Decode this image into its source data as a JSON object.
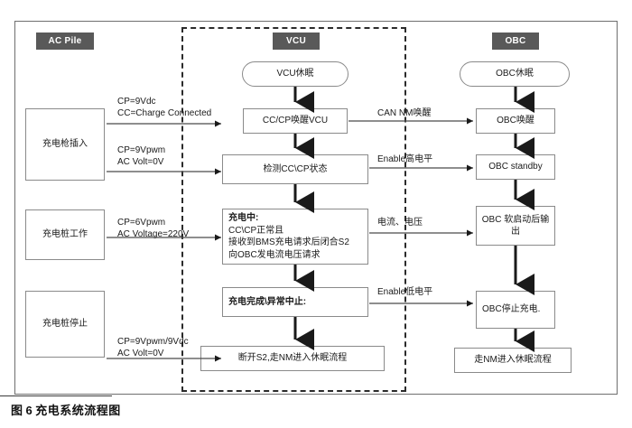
{
  "figure": {
    "caption_prefix": "图",
    "caption_number": "6",
    "caption_text": "充电系统流程图"
  },
  "lanes": [
    {
      "id": "ac-pile",
      "label": "AC Pile"
    },
    {
      "id": "vcu",
      "label": "VCU"
    },
    {
      "id": "obc",
      "label": "OBC"
    }
  ],
  "ac_pile": {
    "nodes": [
      {
        "id": "plug-in",
        "label": "充电枪插入"
      },
      {
        "id": "pile-working",
        "label": "充电桩工作"
      },
      {
        "id": "pile-stopped",
        "label": "充电桩停止"
      }
    ]
  },
  "vcu": {
    "nodes": [
      {
        "id": "vcu-sleep",
        "label": "VCU休眠",
        "shape": "terminator"
      },
      {
        "id": "vcu-wakeup",
        "label": "CC/CP唤醒VCU",
        "shape": "process"
      },
      {
        "id": "vcu-detect",
        "label": "检测CC\\CP状态",
        "shape": "process"
      },
      {
        "id": "vcu-charging",
        "shape": "process",
        "title": "充电中:",
        "lines": [
          "CC\\CP正常且",
          "接收到BMS充电请求后闭合S2",
          "向OBC发电流电压请求"
        ]
      },
      {
        "id": "vcu-finish",
        "label": "充电完成\\异常中止:",
        "shape": "process"
      },
      {
        "id": "vcu-sleep-flow",
        "label": "断开S2,走NM进入休眠流程",
        "shape": "process"
      }
    ]
  },
  "obc": {
    "nodes": [
      {
        "id": "obc-sleep",
        "label": "OBC休眠",
        "shape": "terminator"
      },
      {
        "id": "obc-wakeup",
        "label": "OBC唤醒",
        "shape": "process"
      },
      {
        "id": "obc-standby",
        "label": "OBC standby",
        "shape": "process"
      },
      {
        "id": "obc-soft-start",
        "label": "OBC 软启动后输出",
        "shape": "process"
      },
      {
        "id": "obc-stop-charge",
        "label": "OBC停止充电.",
        "shape": "process"
      },
      {
        "id": "obc-nm-sleep",
        "label": "走NM进入休眠流程",
        "shape": "process"
      }
    ]
  },
  "edges": {
    "ac_to_vcu": [
      {
        "id": "edge-cp9vdc",
        "lines": [
          "CP=9Vdc",
          "CC=Charge Connected"
        ]
      },
      {
        "id": "edge-cp9vpwm",
        "lines": [
          "CP=9Vpwm",
          "AC Volt=0V"
        ]
      },
      {
        "id": "edge-cp6vpwm",
        "lines": [
          "CP=6Vpwm",
          "AC Voltage=220V"
        ]
      },
      {
        "id": "edge-cp9vpwm-9vdc",
        "lines": [
          "CP=9Vpwm/9Vdc",
          "AC Volt=0V"
        ]
      }
    ],
    "vcu_to_obc": [
      {
        "id": "edge-can-nm",
        "lines": [
          "CAN NM唤醒"
        ]
      },
      {
        "id": "edge-enable-high",
        "lines": [
          "Enable高电平"
        ]
      },
      {
        "id": "edge-current-voltage",
        "lines": [
          "电流、电压"
        ]
      },
      {
        "id": "edge-enable-low",
        "lines": [
          "Enable低电平"
        ]
      }
    ]
  },
  "colors": {
    "chip_bg": "#595959",
    "chip_text": "#ffffff",
    "node_border": "#8a8a8a",
    "frame_border": "#6f6f6f",
    "lane_dash": "#2b2b2b",
    "arrow": "#1a1a1a"
  }
}
